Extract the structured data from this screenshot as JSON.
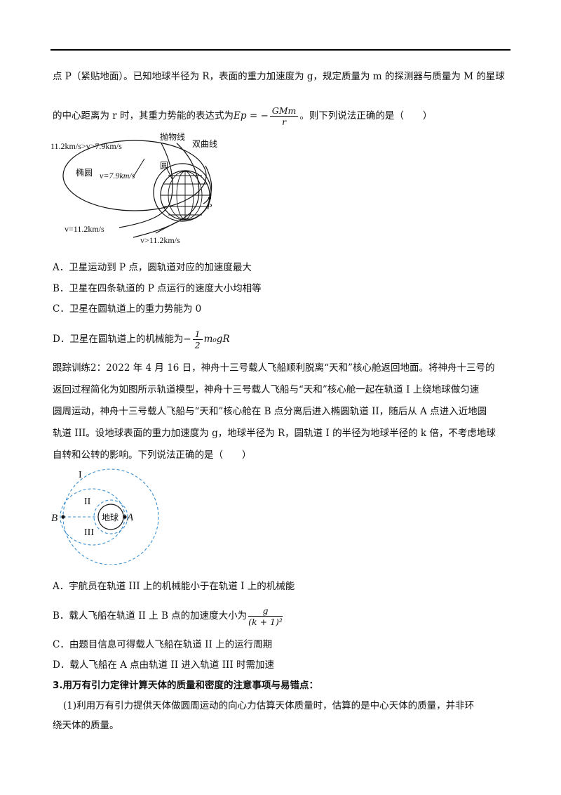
{
  "q1": {
    "line1": "点 P（紧贴地面）。已知地球半径为 R，表面的重力加速度为 g，规定质量为 m 的探测器与质量为 M 的星球",
    "line2_pre": "的中心距离为 r 时，其重力势能的表达式为",
    "ep_lhs": "Ep = −",
    "ep_num": "GMm",
    "ep_den": "r",
    "line2_post": "。则下列说法正确的是（　　）",
    "figure": {
      "lbl_range": "11.2km/s>v>7.9km/s",
      "lbl_parabola": "抛物线",
      "lbl_hyperbola": "双曲线",
      "lbl_ellipse": "椭圆",
      "lbl_circle": "圆",
      "lbl_v79": "v=7.9km/s",
      "lbl_P": "P",
      "lbl_v112": "v=11.2km/s",
      "lbl_vgt112": "v>11.2km/s"
    },
    "optA": "A．卫星运动到 P 点，圆轨道对应的加速度最大",
    "optB": "B．卫星在四条轨道的 P 点运行的速度大小均相等",
    "optC": "C．卫星在圆轨道上的重力势能为 0",
    "optD_pre": "D．卫星在圆轨道上的机械能为−",
    "optD_num": "1",
    "optD_den": "2",
    "optD_post": "m₀gR"
  },
  "q2": {
    "p1": "跟踪训练2：2022 年 4 月 16 日，神舟十三号载人飞船顺利脱离“天和”核心舱返回地面。将神舟十三号的",
    "p2": "返回过程简化为如图所示轨道模型，神舟十三号载人飞船与“天和”核心舱一起在轨道 I 上绕地球做匀速",
    "p3": "圆周运动，神舟十三号载人飞船与“天和”核心舱在 B 点分离后进入椭圆轨道 II，随后从 A 点进入近地圆",
    "p4": "轨道 III。设地球表面的重力加速度为 g，地球半径为 R，圆轨道 I 的半径为地球半径的 k 倍，不考虑地球",
    "p5": "自转和公转的影响。下列说法正确的是（　　）",
    "figure": {
      "lbl_I": "I",
      "lbl_II": "II",
      "lbl_III": "III",
      "lbl_B": "B",
      "lbl_A": "A",
      "lbl_earth": "地球"
    },
    "optA": "A．宇航员在轨道 III 上的机械能小于在轨道 I 上的机械能",
    "optB_pre": "B．载人飞船在轨道 II 上 B 点的加速度大小为",
    "optB_num": "g",
    "optB_den": "(k + 1)²",
    "optC": "C．由题目信息可得载人飞船在轨道 II 上的运行周期",
    "optD": "D．载人飞船在 A 点由轨道 II 进入轨道 III 时需加速"
  },
  "s3": {
    "heading": "3.用万有引力定律计算天体的质量和密度的注意事项与易错点：",
    "p1": "(1)利用万有引力提供天体做圆周运动的向心力估算天体质量时，估算的是中心天体的质量，并非环",
    "p2": "绕天体的质量。"
  }
}
